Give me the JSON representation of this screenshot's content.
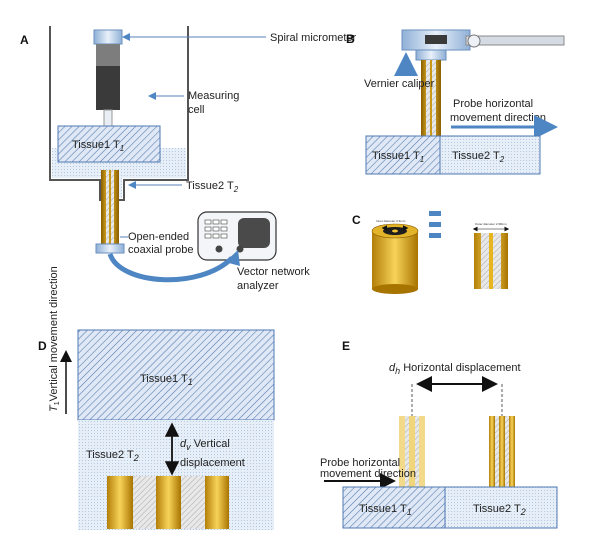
{
  "panels": {
    "a": {
      "letter": "A",
      "spiral_micrometer": "Spiral micrometer",
      "measuring_cell_1": "Measuring",
      "measuring_cell_2": "cell",
      "tissue1": "Tissue1 T",
      "tissue1_sub": "1",
      "tissue2": "Tissue2 T",
      "tissue2_sub": "2",
      "probe_1": "Open-ended",
      "probe_2": "coaxial probe",
      "vna_1": "Vector network",
      "vna_2": "analyzer"
    },
    "b": {
      "letter": "B",
      "caliper": "Vernier caliper",
      "direction_1": "Probe horizontal",
      "direction_2": "movement direction",
      "tissue1": "Tissue1 T",
      "tissue1_sub": "1",
      "tissue2": "Tissue2 T",
      "tissue2_sub": "2"
    },
    "c": {
      "letter": "C",
      "inner_diameter": "Inner diameter 0.9mm",
      "outer_diameter": "Outer diameter 2.98mm"
    },
    "d": {
      "letter": "D",
      "vertical_axis": "T",
      "vertical_axis_sub": "1",
      "vertical_axis_rest": "Vertical movement direction",
      "tissue1": "Tissue1 T",
      "tissue1_sub": "1",
      "tissue2": "Tissue2 T",
      "tissue2_sub": "2",
      "dv_symbol": "d",
      "dv_sub": "v",
      "dv_label_1": "Vertical",
      "dv_label_2": "displacement"
    },
    "e": {
      "letter": "E",
      "dh_symbol": "d",
      "dh_sub": "h",
      "dh_label": "Horizontal displacement",
      "direction_1": "Probe horizontal",
      "direction_2": "movement direction",
      "tissue1": "Tissue1 T",
      "tissue1_sub": "1",
      "tissue2": "Tissue2 T",
      "tissue2_sub": "2"
    }
  },
  "colors": {
    "hatch": "#4f78b3",
    "tissue_fill": "#dde7f3",
    "accent_blue": "#4e86c4",
    "gold": "#d9a21c",
    "dark_metal": "#3a3a3a"
  }
}
